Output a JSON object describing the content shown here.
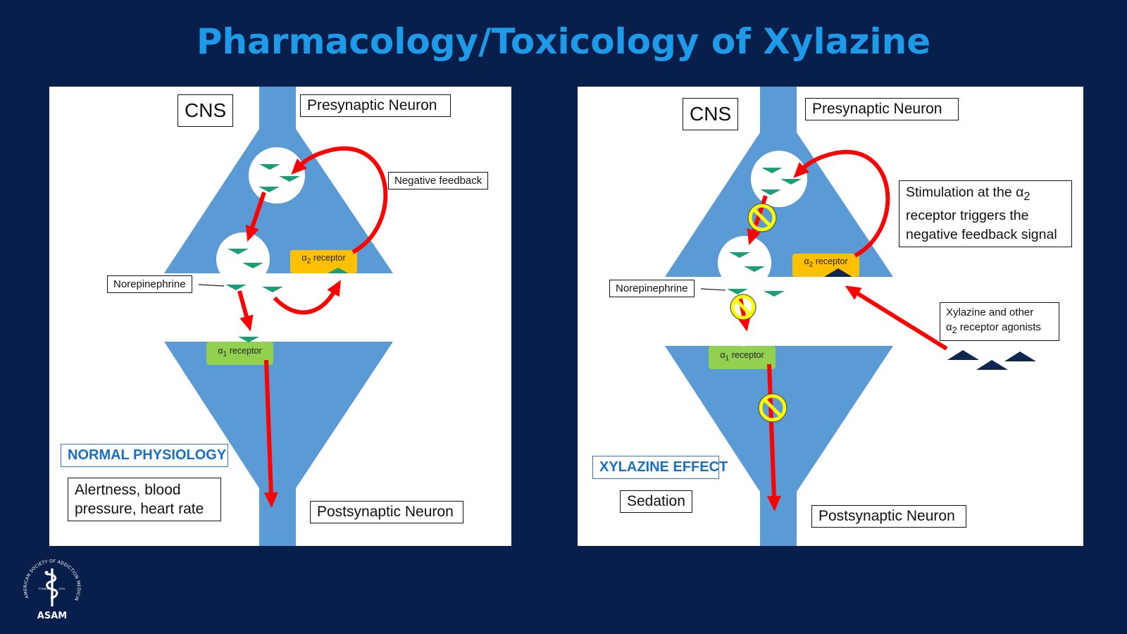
{
  "title": "Pharmacology/Toxicology of Xylazine",
  "colors": {
    "background": "#071f4a",
    "title": "#1e9be8",
    "neuron": "#5b9bd5",
    "arrow": "#ff0000",
    "alpha2_receptor": "#ffc000",
    "alpha1_receptor": "#92d050",
    "norepinephrine": "#1a9e77",
    "agonist": "#0f2650",
    "block_symbol": "#ffff00"
  },
  "panels": [
    {
      "cns_label": "CNS",
      "presynaptic_label": "Presynaptic Neuron",
      "feedback_label": "Negative feedback",
      "alpha2_label_prefix": "α",
      "alpha2_label_sub": "2",
      "alpha2_label_suffix": " receptor",
      "norepinephrine_label": "Norepinephrine",
      "alpha1_label_prefix": "α",
      "alpha1_label_sub": "1",
      "alpha1_label_suffix": " receptor",
      "effect_title": "NORMAL PHYSIOLOGY",
      "effect_text": "Alertness, blood pressure, heart rate",
      "postsynaptic_label": "Postsynaptic Neuron"
    },
    {
      "cns_label": "CNS",
      "presynaptic_label": "Presynaptic Neuron",
      "feedback_label_part1": "Stimulation at the α",
      "feedback_label_sub": "2",
      "feedback_label_part2": " receptor triggers the negative feedback signal",
      "alpha2_label_prefix": "α",
      "alpha2_label_sub": "2",
      "alpha2_label_suffix": " receptor",
      "norepinephrine_label": "Norepinephrine",
      "alpha1_label_prefix": "α",
      "alpha1_label_sub": "1",
      "alpha1_label_suffix": " receptor",
      "agonist_label_part1": "Xylazine and other",
      "agonist_label_prefix": "α",
      "agonist_label_sub": "2",
      "agonist_label_suffix": " receptor agonists",
      "effect_title": "XYLAZINE EFFECT",
      "effect_text": "Sedation",
      "postsynaptic_label": "Postsynaptic Neuron"
    }
  ],
  "logo": {
    "ring_text": "AMERICAN SOCIETY OF ADDICTION MEDICINE",
    "founded_left": "FOUNDED",
    "founded_right": "1954",
    "acronym": "ASAM"
  }
}
